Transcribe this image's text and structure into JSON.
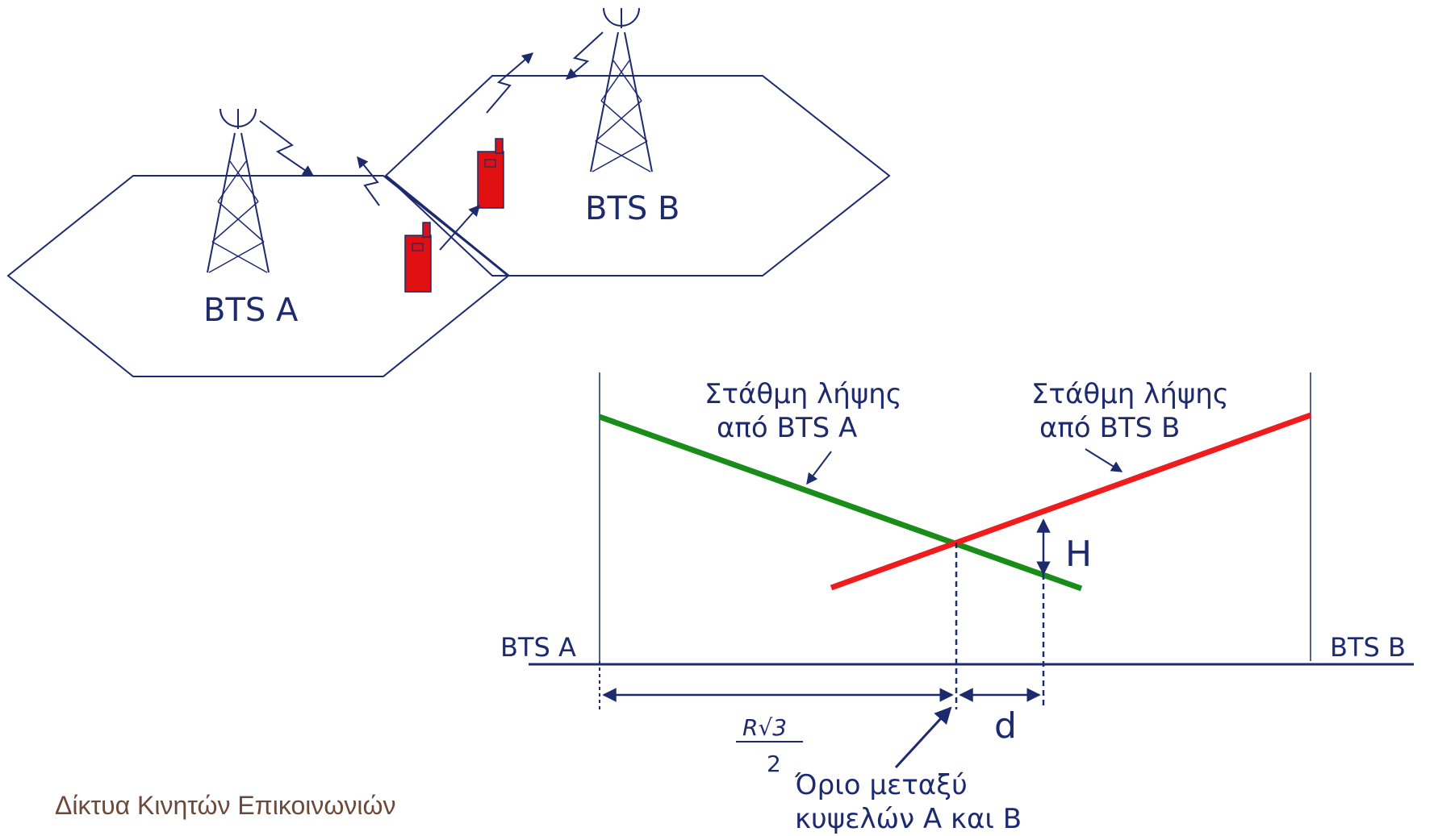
{
  "cells": {
    "bts_a_label": "BTS A",
    "bts_b_label": "BTS B"
  },
  "graph": {
    "curve_a_label_line1": "Στάθμη λήψης",
    "curve_a_label_line2": "από BTS A",
    "curve_b_label_line1": "Στάθμη λήψης",
    "curve_b_label_line2": "από BTS B",
    "hysteresis_label": "H",
    "axis_left_label": "BTS A",
    "axis_right_label": "BTS B",
    "distance_label": "d",
    "formula_numerator": "R√3",
    "formula_denominator": "2",
    "boundary_label_line1": "Όριο μεταξύ",
    "boundary_label_line2": "κυψελών A και B"
  },
  "footer": {
    "text": "Δίκτυα Κινητών Επικοινωνιών"
  },
  "colors": {
    "line": "#1e2a6e",
    "signal_a": "#1a8c1a",
    "signal_b": "#ee1c1c",
    "phone": "#e01010",
    "footer": "#6b4a3a"
  },
  "icons": [
    "tower-icon",
    "mobile-phone-icon"
  ]
}
